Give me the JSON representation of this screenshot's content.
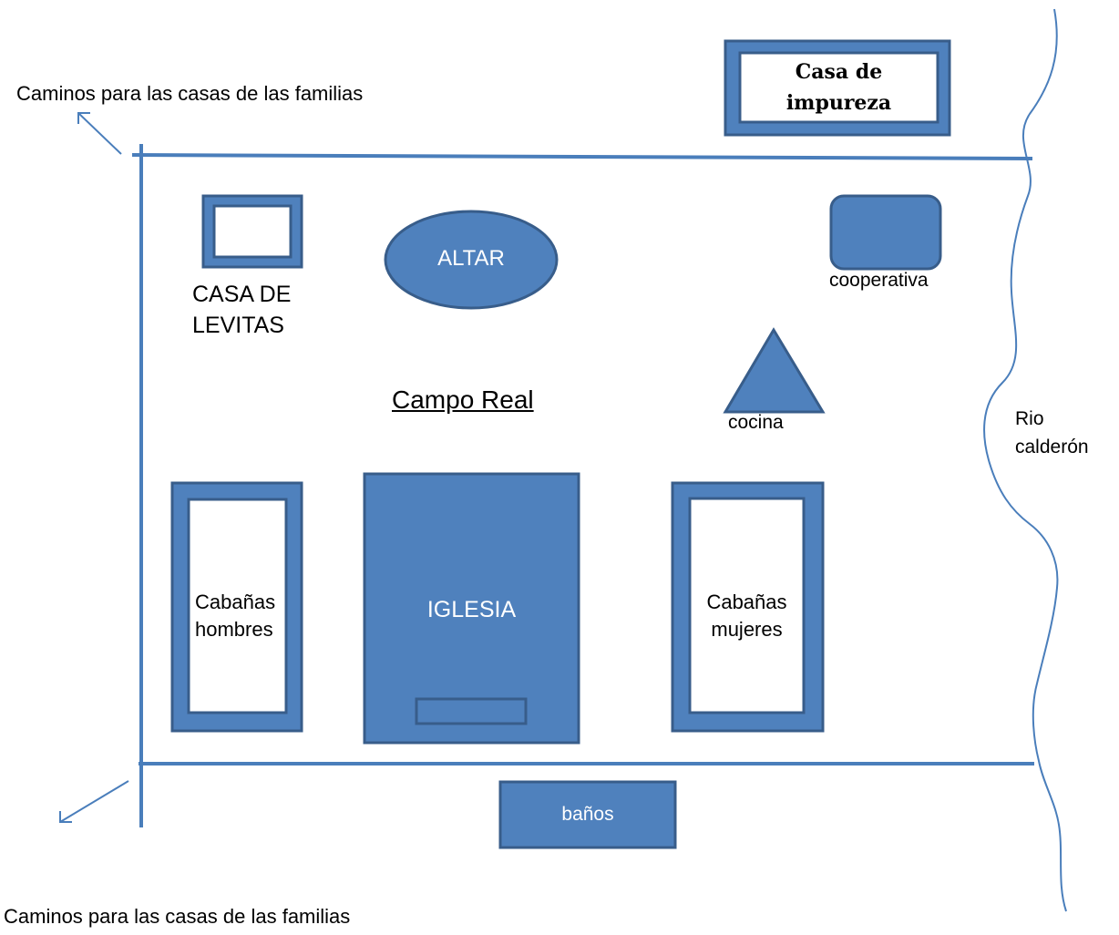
{
  "colors": {
    "fill": "#4f81bd",
    "stroke": "#385d8a",
    "line": "#4a7ebb",
    "background": "#ffffff"
  },
  "labels": {
    "paths_top": "Caminos para las casas de las familias",
    "paths_bottom": "Caminos para las casas de las familias",
    "impurity_house_line1": "Casa de",
    "impurity_house_line2": "impureza",
    "levites_house_line1": "CASA DE",
    "levites_house_line2": "LEVITAS",
    "altar": "ALTAR",
    "cooperative": "cooperativa",
    "camp_title": "Campo Real",
    "kitchen": "cocina",
    "river_line1": "Rio",
    "river_line2": "calderón",
    "men_cabins_line1": "Cabañas",
    "men_cabins_line2": "hombres",
    "church": "IGLESIA",
    "women_cabins_line1": "Cabañas",
    "women_cabins_line2": "mujeres",
    "bathrooms": "baños"
  }
}
